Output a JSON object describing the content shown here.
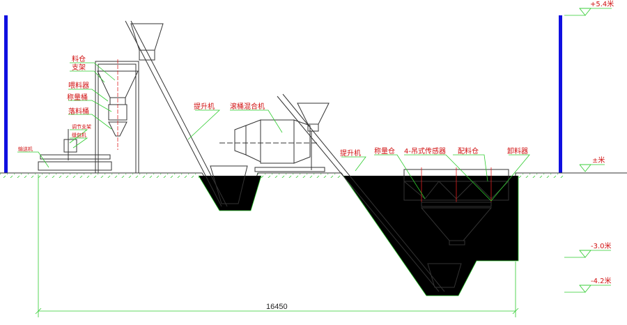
{
  "labels": {
    "silo": "料仓",
    "frame": "支架",
    "feeder": "喂料器",
    "weigh_bucket": "称量桶",
    "drop_bucket": "落料桶",
    "adjust_frame": "调节支架",
    "sewing_machine": "缝包机",
    "conveyor": "输送机",
    "elevator_1": "提升机",
    "drum_mixer": "滚桶混合机",
    "elevator_2": "提升机",
    "weigh_bin": "称量仓",
    "load_cells": "4-吊式传感器",
    "batching_bin": "配料仓",
    "discharger": "卸料器"
  },
  "elevations": {
    "top": "+5.4米",
    "ground": "±米",
    "pit_1": "-3.0米",
    "pit_2": "-4.2米"
  },
  "dimension": "16450",
  "colors": {
    "wall": "#1010e0",
    "leader": "#2ecc2e",
    "label": "#d01010"
  }
}
